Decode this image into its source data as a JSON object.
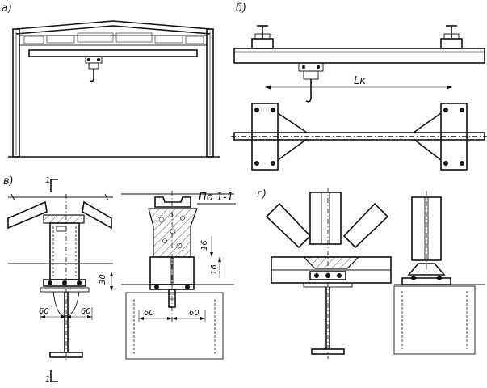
{
  "labels": {
    "a": "а)",
    "b": "б)",
    "v": "в)",
    "g": "г)"
  },
  "dimensions": {
    "span": "Lк",
    "d60_left": "60",
    "d60_right": "60",
    "d60_left_section": "60",
    "d60_right_section": "60",
    "d30": "30",
    "d16_a": "16",
    "d16_b": "16"
  },
  "section": {
    "title": "По 1-1",
    "mark_top": "1",
    "mark_bottom": "1"
  }
}
